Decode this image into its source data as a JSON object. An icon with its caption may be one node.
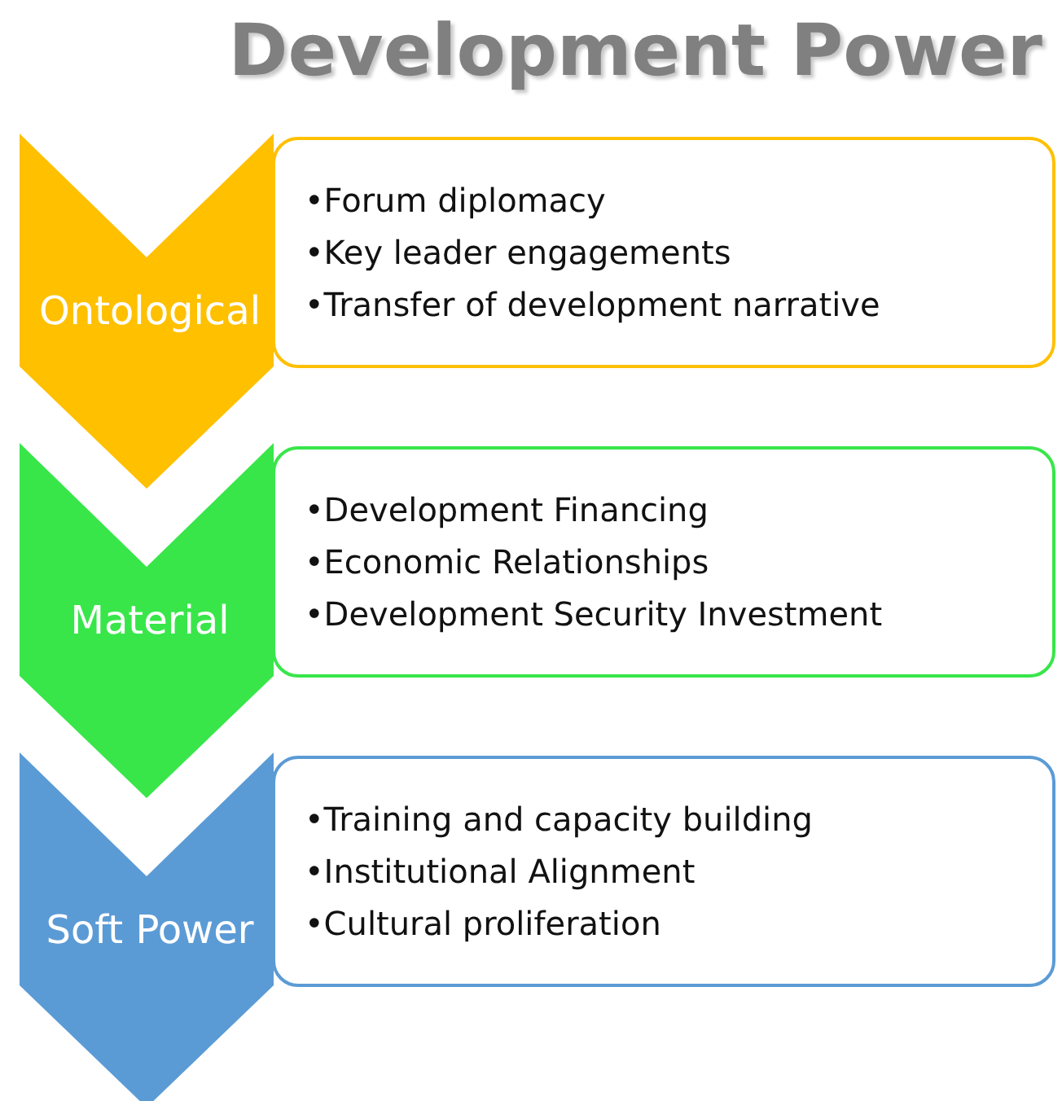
{
  "diagram": {
    "title": "Development Power",
    "nodes": [
      {
        "text": [
          "Ontological"
        ]
      },
      {
        "text": [
          "•Forum diplomacy",
          "•Key leader engagements",
          "•Transfer of development narrative"
        ]
      },
      {
        "text": [
          "Material"
        ]
      },
      {
        "text": [
          "•Development Financing",
          "•Economic Relationships",
          "•Development Security Investment"
        ]
      },
      {
        "text": [
          "Soft Power"
        ]
      },
      {
        "text": [
          "•Training and capacity building",
          "•Institutional Alignment",
          "•Cultural proliferation"
        ]
      }
    ],
    "edges": []
  }
}
